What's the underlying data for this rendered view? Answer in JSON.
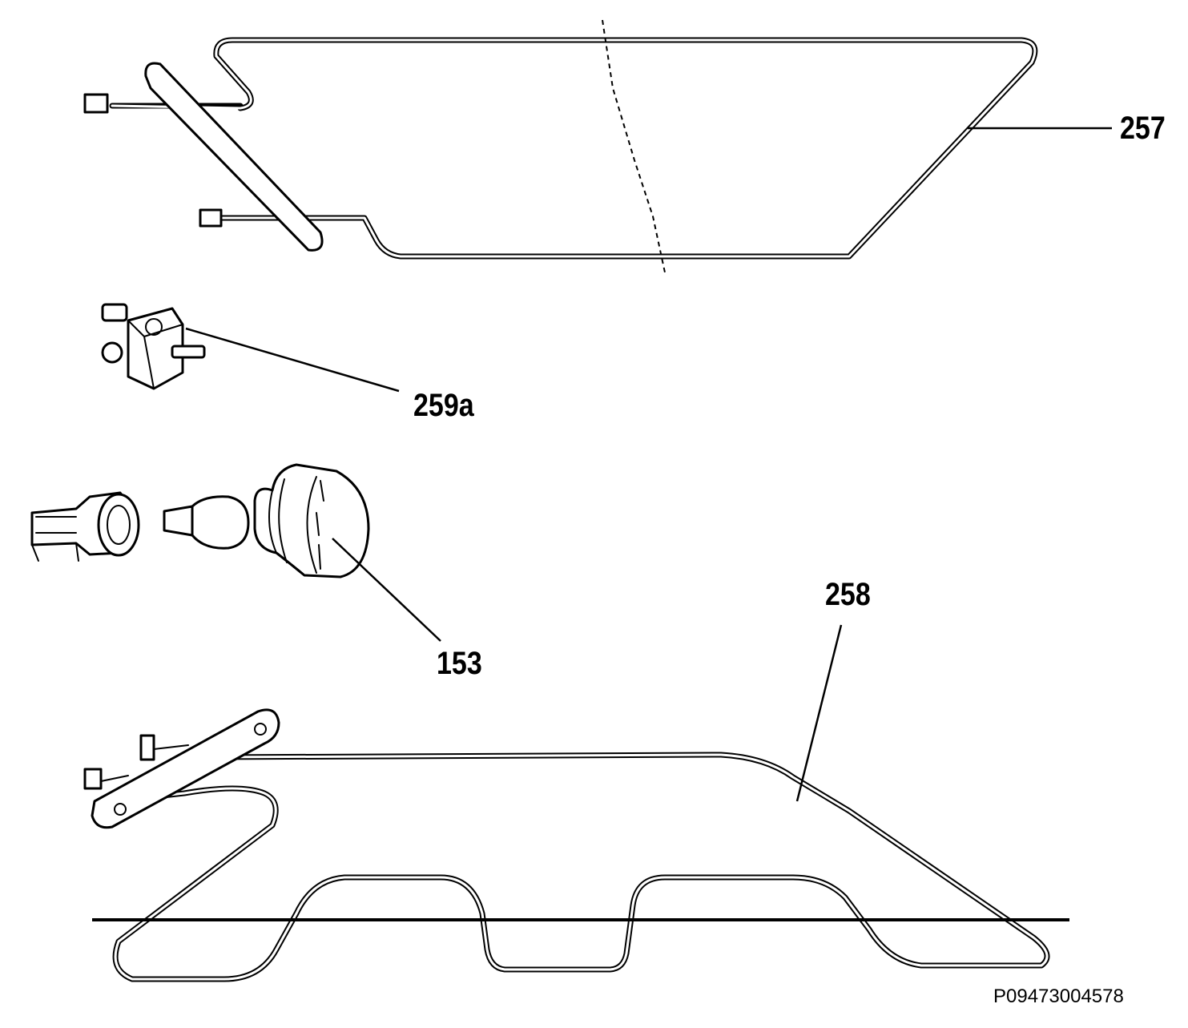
{
  "diagram": {
    "callouts": [
      {
        "id": "257",
        "label": "257"
      },
      {
        "id": "259a",
        "label": "259a"
      },
      {
        "id": "153",
        "label": "153"
      },
      {
        "id": "258",
        "label": "258"
      }
    ],
    "reference_code": "P09473004578",
    "colors": {
      "ink": "#000000",
      "paper": "#ffffff"
    }
  }
}
